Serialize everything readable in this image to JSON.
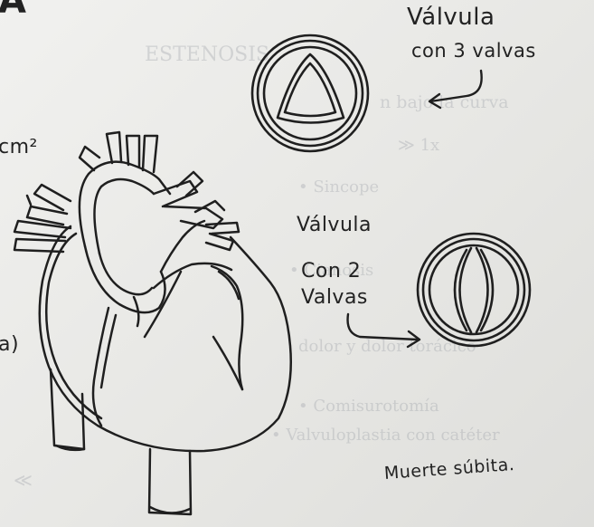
{
  "top_left_fragment": "A",
  "left_edge_fragments": [
    "cm²",
    "a)"
  ],
  "valve_three": {
    "title": "Válvula",
    "subtitle": "con 3 valvas"
  },
  "valve_two": {
    "line1": "Válvula",
    "line2": "Con 2",
    "line3": "Valvas"
  },
  "footer_note": "Muerte súbita."
}
